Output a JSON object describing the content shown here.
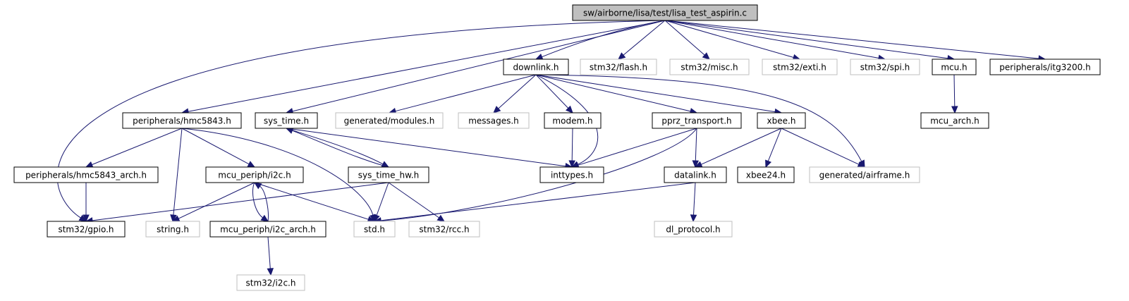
{
  "graph": {
    "colors": {
      "edge": "#191970",
      "root_fill": "#bfbfbf",
      "node_border": "#000000",
      "external_border": "#bfbfbf",
      "text": "#000000"
    },
    "nodes": [
      {
        "id": "root",
        "label": "sw/airborne/lisa/test/lisa_test_aspirin.c",
        "kind": "root"
      },
      {
        "id": "downlink",
        "label": "downlink.h",
        "kind": "file"
      },
      {
        "id": "flash",
        "label": "stm32/flash.h",
        "kind": "external"
      },
      {
        "id": "misc",
        "label": "stm32/misc.h",
        "kind": "external"
      },
      {
        "id": "exti",
        "label": "stm32/exti.h",
        "kind": "external"
      },
      {
        "id": "spi",
        "label": "stm32/spi.h",
        "kind": "external"
      },
      {
        "id": "mcu",
        "label": "mcu.h",
        "kind": "file"
      },
      {
        "id": "itg3200",
        "label": "peripherals/itg3200.h",
        "kind": "file"
      },
      {
        "id": "mcu_arch",
        "label": "mcu_arch.h",
        "kind": "file"
      },
      {
        "id": "hmc5843",
        "label": "peripherals/hmc5843.h",
        "kind": "file"
      },
      {
        "id": "sys_time",
        "label": "sys_time.h",
        "kind": "file"
      },
      {
        "id": "gen_modules",
        "label": "generated/modules.h",
        "kind": "external"
      },
      {
        "id": "messages",
        "label": "messages.h",
        "kind": "external"
      },
      {
        "id": "modem",
        "label": "modem.h",
        "kind": "file"
      },
      {
        "id": "pprz_transport",
        "label": "pprz_transport.h",
        "kind": "file"
      },
      {
        "id": "xbee",
        "label": "xbee.h",
        "kind": "file"
      },
      {
        "id": "hmc5843_arch",
        "label": "peripherals/hmc5843_arch.h",
        "kind": "file"
      },
      {
        "id": "mcu_periph_i2c",
        "label": "mcu_periph/i2c.h",
        "kind": "file"
      },
      {
        "id": "sys_time_hw",
        "label": "sys_time_hw.h",
        "kind": "file"
      },
      {
        "id": "inttypes",
        "label": "inttypes.h",
        "kind": "file"
      },
      {
        "id": "datalink",
        "label": "datalink.h",
        "kind": "file"
      },
      {
        "id": "xbee24",
        "label": "xbee24.h",
        "kind": "file"
      },
      {
        "id": "gen_airframe",
        "label": "generated/airframe.h",
        "kind": "external"
      },
      {
        "id": "gpio",
        "label": "stm32/gpio.h",
        "kind": "file"
      },
      {
        "id": "string",
        "label": "string.h",
        "kind": "external"
      },
      {
        "id": "i2c_arch",
        "label": "mcu_periph/i2c_arch.h",
        "kind": "file"
      },
      {
        "id": "std",
        "label": "std.h",
        "kind": "external"
      },
      {
        "id": "rcc",
        "label": "stm32/rcc.h",
        "kind": "external"
      },
      {
        "id": "dl_protocol",
        "label": "dl_protocol.h",
        "kind": "external"
      },
      {
        "id": "stm32_i2c",
        "label": "stm32/i2c.h",
        "kind": "external"
      }
    ],
    "edges": [
      {
        "from": "root",
        "to": "downlink"
      },
      {
        "from": "root",
        "to": "flash"
      },
      {
        "from": "root",
        "to": "misc"
      },
      {
        "from": "root",
        "to": "exti"
      },
      {
        "from": "root",
        "to": "spi"
      },
      {
        "from": "root",
        "to": "mcu"
      },
      {
        "from": "root",
        "to": "itg3200"
      },
      {
        "from": "root",
        "to": "hmc5843"
      },
      {
        "from": "root",
        "to": "sys_time"
      },
      {
        "from": "root",
        "to": "gpio"
      },
      {
        "from": "mcu",
        "to": "mcu_arch"
      },
      {
        "from": "downlink",
        "to": "gen_modules"
      },
      {
        "from": "downlink",
        "to": "messages"
      },
      {
        "from": "downlink",
        "to": "modem"
      },
      {
        "from": "downlink",
        "to": "inttypes"
      },
      {
        "from": "downlink",
        "to": "pprz_transport"
      },
      {
        "from": "downlink",
        "to": "xbee"
      },
      {
        "from": "downlink",
        "to": "gen_airframe"
      },
      {
        "from": "modem",
        "to": "inttypes"
      },
      {
        "from": "pprz_transport",
        "to": "inttypes"
      },
      {
        "from": "pprz_transport",
        "to": "datalink"
      },
      {
        "from": "pprz_transport",
        "to": "std"
      },
      {
        "from": "xbee",
        "to": "datalink"
      },
      {
        "from": "xbee",
        "to": "xbee24"
      },
      {
        "from": "xbee",
        "to": "gen_airframe"
      },
      {
        "from": "datalink",
        "to": "std"
      },
      {
        "from": "datalink",
        "to": "dl_protocol"
      },
      {
        "from": "hmc5843",
        "to": "hmc5843_arch"
      },
      {
        "from": "hmc5843",
        "to": "string"
      },
      {
        "from": "hmc5843",
        "to": "mcu_periph_i2c"
      },
      {
        "from": "hmc5843",
        "to": "std"
      },
      {
        "from": "hmc5843_arch",
        "to": "gpio"
      },
      {
        "from": "sys_time",
        "to": "sys_time_hw"
      },
      {
        "from": "sys_time",
        "to": "inttypes"
      },
      {
        "from": "sys_time_hw",
        "to": "sys_time"
      },
      {
        "from": "sys_time_hw",
        "to": "gpio"
      },
      {
        "from": "sys_time_hw",
        "to": "std"
      },
      {
        "from": "sys_time_hw",
        "to": "rcc"
      },
      {
        "from": "mcu_periph_i2c",
        "to": "string"
      },
      {
        "from": "mcu_periph_i2c",
        "to": "std"
      },
      {
        "from": "mcu_periph_i2c",
        "to": "i2c_arch"
      },
      {
        "from": "i2c_arch",
        "to": "mcu_periph_i2c"
      },
      {
        "from": "i2c_arch",
        "to": "stm32_i2c"
      }
    ]
  }
}
